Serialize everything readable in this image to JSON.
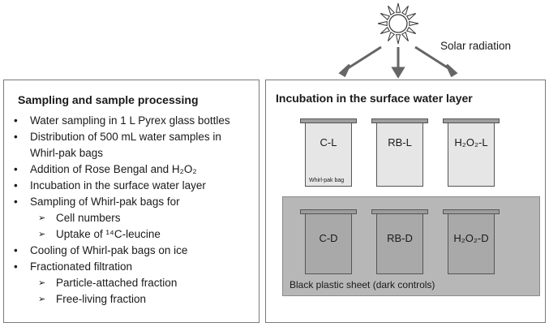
{
  "left_panel": {
    "title": "Sampling and sample processing",
    "items": [
      {
        "text": "Water sampling in 1 L Pyrex glass bottles"
      },
      {
        "text": "Distribution of 500 mL water samples in"
      },
      {
        "text": "Whirl-pak bags",
        "continuation": true
      },
      {
        "text": "Addition of Rose Bengal and H₂O₂"
      },
      {
        "text": "Incubation in the surface water layer"
      },
      {
        "text": "Sampling of Whirl-pak bags for"
      },
      {
        "text": "Cell numbers",
        "sub": true
      },
      {
        "text": "Uptake of ¹⁴C-leucine",
        "sub": true
      },
      {
        "text": "Cooling of Whirl-pak bags on ice"
      },
      {
        "text": "Fractionated filtration"
      },
      {
        "text": "Particle-attached fraction",
        "sub": true
      },
      {
        "text": "Free-living fraction",
        "sub": true
      }
    ]
  },
  "right_panel": {
    "title": "Incubation in the surface water layer",
    "light_bags": [
      "C-L",
      "RB-L",
      "H₂O₂-L"
    ],
    "dark_bags": [
      "C-D",
      "RB-D",
      "H₂O₂-D"
    ],
    "whirlpak_label": "Whirl-pak bag",
    "dark_sheet_label": "Black plastic sheet (dark controls)"
  },
  "sun": {
    "label": "Solar radiation"
  },
  "bullet_glyph": "•",
  "arrow_glyph": "➢"
}
